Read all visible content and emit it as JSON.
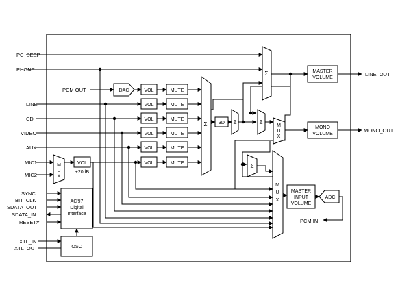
{
  "inputs": {
    "pc_beep": "PC_BEEP",
    "phone": "PHONE",
    "pcm_out": "PCM OUT",
    "line": "LINE",
    "cd": "CD",
    "video": "VIDEO",
    "aux": "AUX",
    "mic1": "MIC1",
    "mic2": "MIC2",
    "sync": "SYNC",
    "bit_clk": "BIT_CLK",
    "sdata_out": "SDATA_OUT",
    "sdata_in": "SDATA_IN",
    "reset": "RESET#",
    "xtl_in": "XTL_IN",
    "xtl_out": "XTL_OUT"
  },
  "outputs": {
    "line_out": "LINE_OUT",
    "mono_out": "MONO_OUT",
    "pcm_in": "PCM IN"
  },
  "blocks": {
    "dac": "DAC",
    "vol": "VOL",
    "mute": "MUTE",
    "sigma": "Σ",
    "three_d": "3D",
    "mux": [
      "M",
      "U",
      "X"
    ],
    "mic_gain": "+20dB",
    "master_volume": [
      "MASTER",
      "VOLUME"
    ],
    "mono_volume": [
      "MONO",
      "VOLUME"
    ],
    "master_input_volume": [
      "MASTER",
      "INPUT",
      "VOLUME"
    ],
    "adc": "ADC",
    "ac97": [
      "AC'97",
      "Digital",
      "Interface"
    ],
    "osc": "OSC"
  }
}
